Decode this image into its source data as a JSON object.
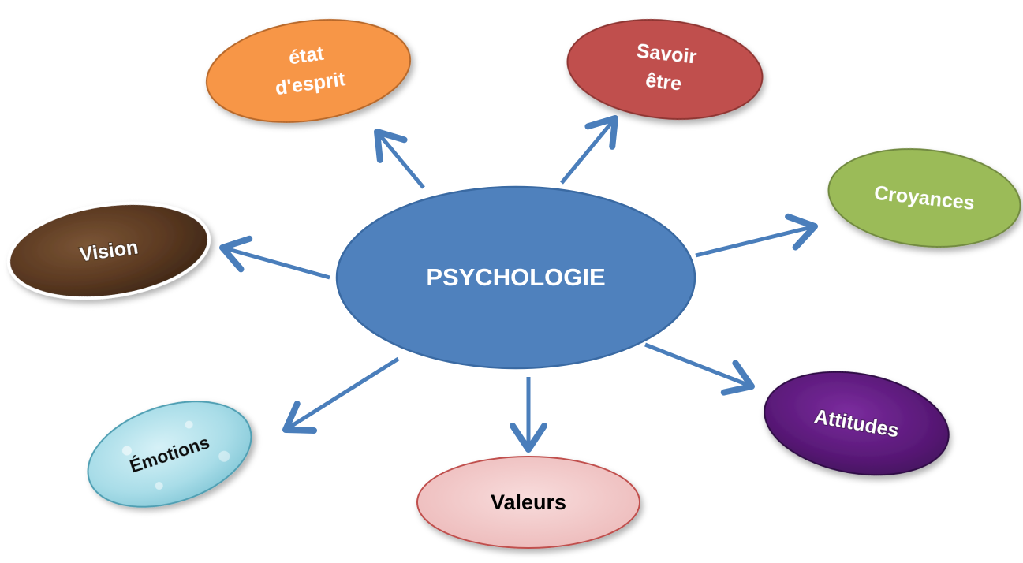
{
  "center": {
    "label": "PSYCHOLOGIE"
  },
  "nodes": [
    {
      "id": "etat-esprit",
      "lines": [
        "état",
        "d'esprit"
      ]
    },
    {
      "id": "savoir-etre",
      "lines": [
        "Savoir",
        "être"
      ]
    },
    {
      "id": "croyances",
      "lines": [
        "Croyances"
      ]
    },
    {
      "id": "vision",
      "lines": [
        "Vision"
      ]
    },
    {
      "id": "attitudes",
      "lines": [
        "Attitudes"
      ]
    },
    {
      "id": "valeurs",
      "lines": [
        "Valeurs"
      ]
    },
    {
      "id": "emotions",
      "lines": [
        "Émotions"
      ]
    }
  ],
  "colors": {
    "center": "#4f81bd",
    "arrow": "#4a7ebb",
    "etat_esprit": "#f79646",
    "savoir_etre": "#c0504d",
    "croyances": "#9bbb59",
    "vision": "#5c3a22",
    "attitudes": "#5b1a7a",
    "valeurs": "#f2c4c4",
    "emotions": "#a9dde8"
  }
}
